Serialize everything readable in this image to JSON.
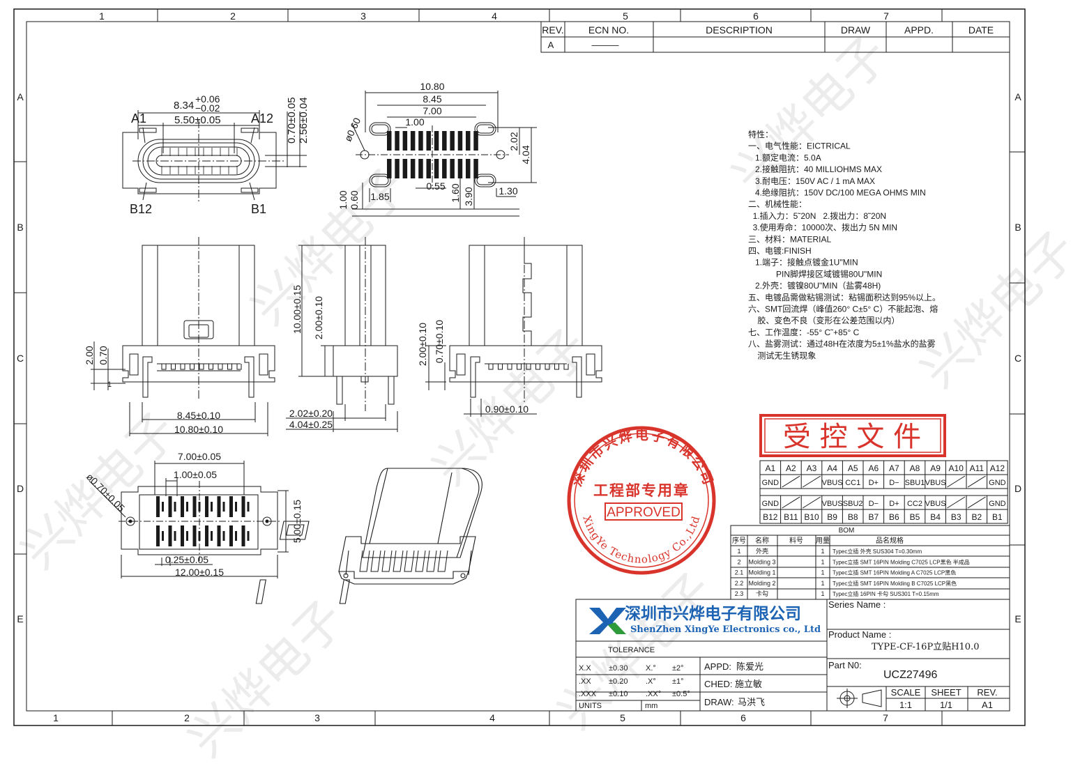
{
  "frame": {
    "top_zones": [
      "1",
      "2",
      "3",
      "4",
      "5",
      "6",
      "7"
    ],
    "bottom_zones": [
      "1",
      "2",
      "3",
      "4",
      "5",
      "6",
      "7"
    ],
    "left_rows": [
      "A",
      "B",
      "C",
      "D",
      "E"
    ],
    "right_rows": [
      "A",
      "B",
      "C",
      "D",
      "E"
    ]
  },
  "revision_table": {
    "headers": [
      "REV.",
      "ECN  NO.",
      "DESCRIPTION",
      "DRAW",
      "APPD.",
      "DATE"
    ],
    "rows": [
      [
        "A",
        "———",
        "",
        "",
        "",
        ""
      ]
    ]
  },
  "top_view": {
    "width_dim": "8.34",
    "tol_plus": "+0.06",
    "tol_minus": "−0.02",
    "inner_dim": "5.50±0.05",
    "pin_a1": "A1",
    "pin_a12": "A12",
    "pin_b12": "B12",
    "pin_b1": "B1",
    "v_dim_1": "0.70±0.05",
    "v_dim_2": "2.56±0.04"
  },
  "pcb_view": {
    "d1": "10.80",
    "d2": "8.45",
    "d3": "7.00",
    "d4": "1.00",
    "d5": "0.55",
    "d6": "1.85",
    "d7": "1.30",
    "d8": "1.60",
    "d9": "3.90",
    "d10": "1.00",
    "d11": "0.60",
    "d12": "2.02",
    "d13": "4.04",
    "dia": "ø0.60"
  },
  "front_view": {
    "h1": "2.00",
    "h2": "0.70",
    "h3": "1",
    "w1": "8.45±0.10",
    "w2": "10.80±0.10"
  },
  "side_view": {
    "h1": "10.00±0.15",
    "h2": "2.00±0.10",
    "w1": "2.02±0.20",
    "w2": "4.04±0.25"
  },
  "side_view2": {
    "h1": "2.00±0.10",
    "h2": "0.70±0.10",
    "w1": "0.90±0.10"
  },
  "bottom_view": {
    "d1": "7.00±0.05",
    "d2": "1.00±0.05",
    "d3": "ø0.70±0.05",
    "d4": "5.00±0.15",
    "d5": "0.25±0.05",
    "d6": "12.00±0.15"
  },
  "specs": [
    "特性：",
    "一、电气性能：EICTRICAL",
    "   1.额定电流：5.0A",
    "   2.接触阻抗：40 MILLIOHMS MAX",
    "   3.耐电压：150V AC / 1 mA MAX",
    "   4.绝缘阻抗：150V DC/100 MEGA OHMS MIN",
    "二、机械性能：",
    "  1.插入力：5˜20N   2.拨出力：8˜20N",
    "  3.使用寿命：10000次、拨出力 5N MIN",
    "三、材料：MATERIAL",
    "四、电镀:FINISH",
    "   1.端子：接触点镀金1U\"MIN",
    "            PIN脚焊接区域镀锡80U\"MIN",
    "   2.外壳：镀镍80U\"MIN（盐雾48H)",
    "五、电镀品需做粘锡测试：粘锡面积达到95%以上。",
    "六、SMT回流焊（峰值260° C±5° C）不能起泡、熔",
    "    胶、变色不良（变形在公差范围以内）",
    "七、工作温度：-55° C˜+85° C",
    "八、盐雾测试：通过48H在浓度为5±1%盐水的盐雾",
    "    测试无生锈现象"
  ],
  "controlled_stamp": "受 控 文 件",
  "seal": {
    "company": "深圳市兴烨电子有限公司",
    "dept": "工程部专用章",
    "approved": "APPROVED",
    "english": "XingYe Technology Co.,Ltd"
  },
  "pinout": {
    "top_labels": [
      "A1",
      "A2",
      "A3",
      "A4",
      "A5",
      "A6",
      "A7",
      "A8",
      "A9",
      "A10",
      "A11",
      "A12"
    ],
    "top_signals": [
      "GND",
      "",
      "",
      "VBUS",
      "CC1",
      "D+",
      "D−",
      "SBU1",
      "VBUS",
      "",
      "",
      "GND"
    ],
    "bottom_signals": [
      "GND",
      "",
      "",
      "VBUS",
      "SBU2",
      "D−",
      "D+",
      "CC2",
      "VBUS",
      "",
      "",
      "GND"
    ],
    "bottom_labels": [
      "B12",
      "B11",
      "B10",
      "B9",
      "B8",
      "B7",
      "B6",
      "B5",
      "B4",
      "B3",
      "B2",
      "B1"
    ]
  },
  "bom": {
    "title": "BOM",
    "headers": [
      "序号",
      "名称",
      "料号",
      "用量",
      "品名规格"
    ],
    "rows": [
      [
        "1",
        "外壳",
        "",
        "1",
        "Typec立插 外壳 SUS304 T=0.30mm"
      ],
      [
        "2",
        "Molding 3",
        "",
        "1",
        "Typec立插 SMT 16PIN Molding C7025 LCP黑色 半成品"
      ],
      [
        "2.1",
        "Molding 1",
        "",
        "1",
        "Typec立插 SMT 16PIN Molding A C7025 LCP黑色"
      ],
      [
        "2.2",
        "Molding 2",
        "",
        "1",
        "Typec立插 SMT 16PIN Molding B C7025 LCP黑色"
      ],
      [
        "2.3",
        "卡勾",
        "",
        "1",
        "Typec立插 16PIN 卡勾 SUS301 T=0.15mm"
      ]
    ]
  },
  "title_block": {
    "company_cn": "深圳市兴烨电子有限公司",
    "company_en": "ShenZhen XingYe Electronics co., Ltd",
    "tolerance_label": "TOLERANCE",
    "tolerances": [
      [
        "X.X",
        "±0.30",
        "X.°",
        "±2°"
      ],
      [
        ".XX",
        "±0.20",
        ".X°",
        "±1°"
      ],
      [
        ".XXX",
        "±0.10",
        ".XX°",
        "±0.5°"
      ]
    ],
    "units_label": "UNITS",
    "units_value": "mm",
    "appd_label": "APPD:",
    "appd_name": "陈爱光",
    "ched_label": "CHED:",
    "ched_name": "施立敏",
    "draw_label": "DRAW:",
    "draw_name": "马洪飞",
    "series_label": "Series Name :",
    "product_label": "Product Name :",
    "product_value": "TYPE-CF-16P立贴H10.0",
    "part_label": "Part N0:",
    "part_value": "UCZ27496",
    "scale_label": "SCALE",
    "scale_value": "1:1",
    "sheet_label": "SHEET",
    "sheet_value": "1/1",
    "rev_label": "REV.",
    "rev_value": "A1"
  },
  "colors": {
    "ink": "#1a1a1a",
    "stamp_red": "#d9342b",
    "logo_blue": "#1d63b4",
    "logo_green": "#2d9b3a",
    "watermark": "#e9e9e9"
  }
}
